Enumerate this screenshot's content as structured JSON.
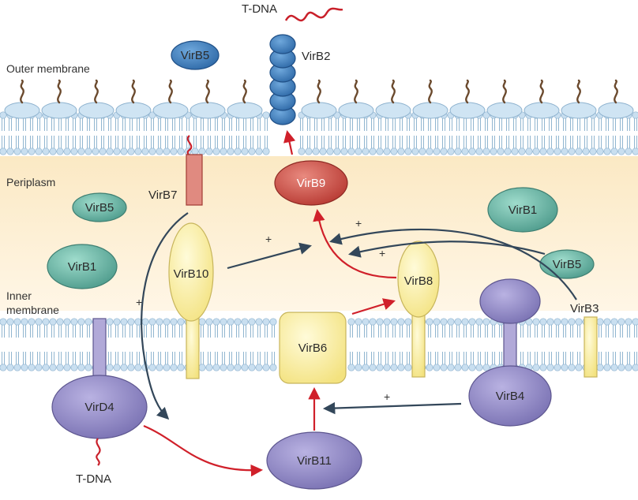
{
  "regions": {
    "outer_membrane": "Outer membrane",
    "periplasm": "Periplasm",
    "inner_membrane_line1": "Inner",
    "inner_membrane_line2": "membrane"
  },
  "labels": {
    "tdna_top": "T-DNA",
    "tdna_bottom": "T-DNA",
    "virb2": "VirB2",
    "virb5_top": "VirB5",
    "virb7": "VirB7",
    "virb9": "VirB9",
    "virb5_left": "VirB5",
    "virb1_left": "VirB1",
    "virb10": "VirB10",
    "virb1_right": "VirB1",
    "virb5_right": "VirB5",
    "virb3": "VirB3",
    "virb8": "VirB8",
    "virb6": "VirB6",
    "virb4": "VirB4",
    "vird4": "VirD4",
    "virb11": "VirB11"
  },
  "signs": [
    "+",
    "+",
    "+",
    "+",
    "+"
  ],
  "colors": {
    "background": "#ffffff",
    "periplasm": "#fdf1d6",
    "lipid_head": "#c9dff0",
    "lipid_head_stroke": "#8fb3cf",
    "lipid_tail": "#86aecb",
    "om_protein": "#cfe4f3",
    "lps_tail": "#6b4a2e",
    "teal": "#5aa99a",
    "teal_light": "#8ed2c2",
    "blue": "#3c7fc1",
    "red": "#c9453c",
    "yellow": "#faf1a6",
    "yellow_stroke": "#c7b55c",
    "purple": "#8f86c2",
    "purple_stroke": "#5d568f",
    "arrow_dark": "#33475a",
    "arrow_red": "#d0202a"
  }
}
